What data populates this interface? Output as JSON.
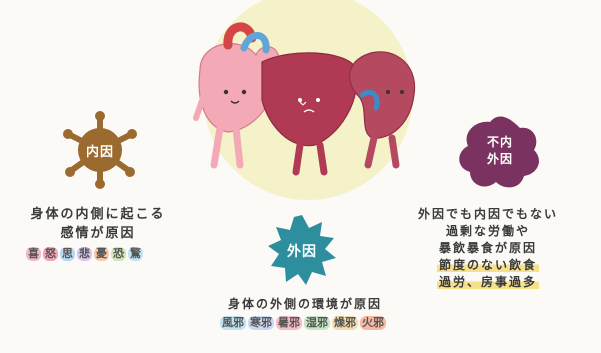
{
  "internal": {
    "badge_label": "内因",
    "line1": "身体の内側に起こる",
    "line2": "感情が原因",
    "emotions": [
      {
        "text": "喜",
        "color": "#f6b7c9"
      },
      {
        "text": "怒",
        "color": "#f5a3b8"
      },
      {
        "text": "思",
        "color": "#b9d8f3"
      },
      {
        "text": "悲",
        "color": "#d9c6ef"
      },
      {
        "text": "憂",
        "color": "#f7c9a8"
      },
      {
        "text": "恐",
        "color": "#cfe6b8"
      },
      {
        "text": "驚",
        "color": "#c3e3f0"
      }
    ],
    "badge_color": "#9a6a2f"
  },
  "external": {
    "badge_label": "外因",
    "line1": "身体の外側の環境が原因",
    "evils": [
      {
        "text": "風邪",
        "color": "#bfe3ef"
      },
      {
        "text": "寒邪",
        "color": "#c9d9f3"
      },
      {
        "text": "暑邪",
        "color": "#f6bcc8"
      },
      {
        "text": "湿邪",
        "color": "#c8e6c6"
      },
      {
        "text": "燥邪",
        "color": "#f3dcae"
      },
      {
        "text": "火邪",
        "color": "#f7b9a3"
      }
    ],
    "badge_color": "#2d8f9e"
  },
  "neither": {
    "badge_label_1": "不内",
    "badge_label_2": "外因",
    "line1": "外因でも内因でもない",
    "line2": "過剰な労働や",
    "line3": "暴飲暴食が原因",
    "line4": "節度のない飲食",
    "line5": "過労、房事過多",
    "badge_color": "#7a3260"
  }
}
